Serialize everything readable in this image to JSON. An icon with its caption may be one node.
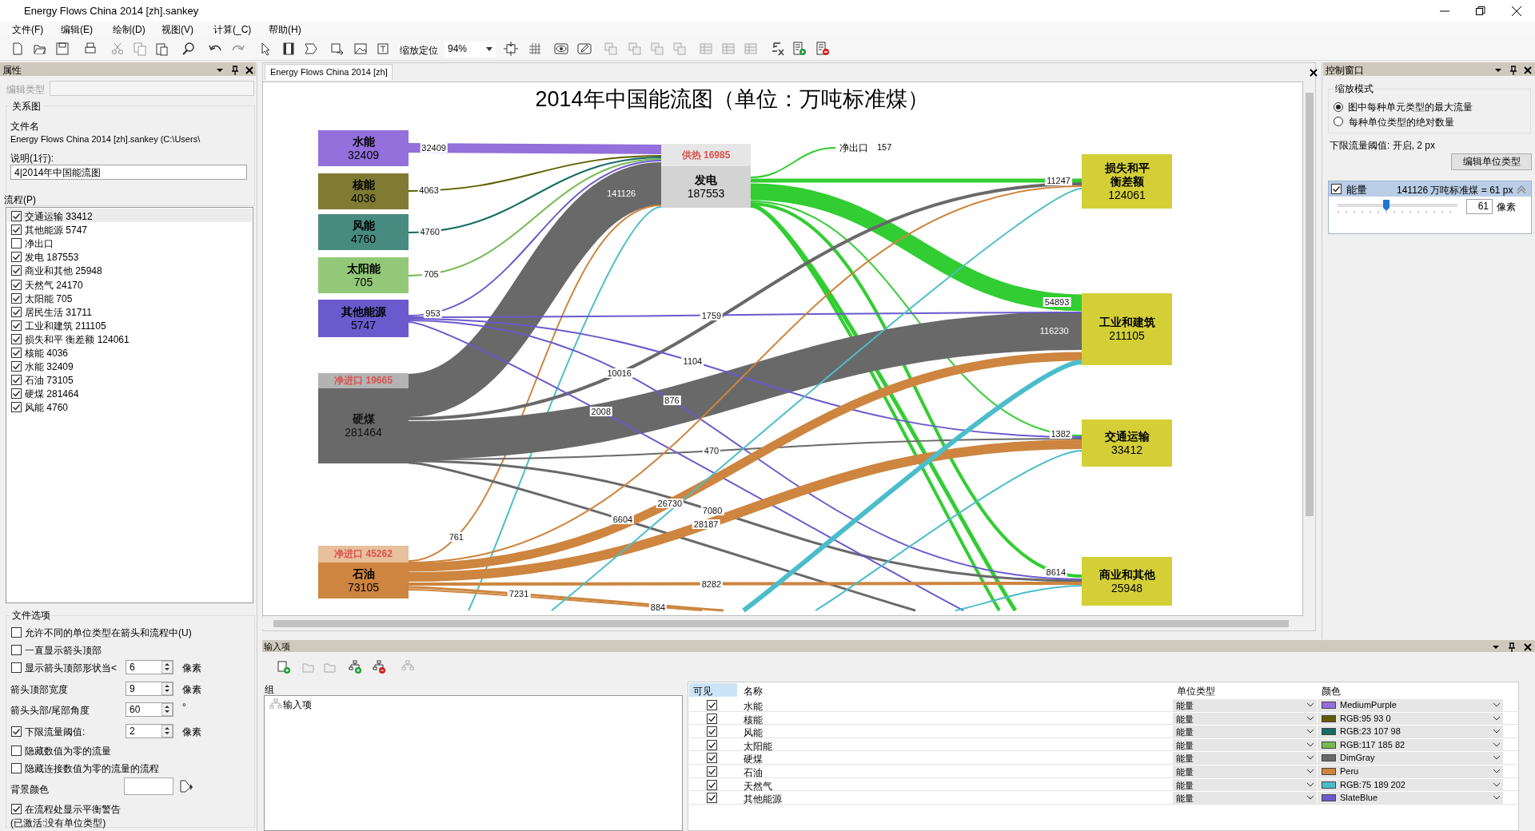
{
  "diagram": {
    "title": "2014年中国能流图（单位：万吨标准煤）",
    "nodes": [
      {
        "text": [
          "水能",
          "32409"
        ]
      },
      {
        "text": [
          "核能",
          "4036"
        ]
      },
      {
        "text": [
          "风能",
          "4760"
        ]
      },
      {
        "text": [
          "太阳能",
          "705"
        ]
      },
      {
        "text": [
          "其他能源",
          "5747"
        ]
      },
      {
        "text": [
          "净进口 19665",
          "硬煤",
          "281464"
        ]
      },
      {
        "text": [
          "净进口 45262",
          "石油",
          "73105"
        ]
      },
      {
        "text": [
          "供热 16985",
          "发电",
          "187553"
        ]
      },
      {
        "text": [
          "净出口"
        ],
        "beside": [
          "157"
        ]
      },
      {
        "text": [
          "损失和平衡差额",
          "124061"
        ]
      },
      {
        "text": [
          "工业和建筑",
          "211105"
        ]
      },
      {
        "text": [
          "交通运输",
          "33412"
        ]
      },
      {
        "text": [
          "商业和其他",
          "25948"
        ]
      }
    ],
    "edges": [
      {
        "from": 0,
        "to": 7,
        "arrow": "none",
        "label": "32409",
        "color": "#9370db",
        "style": "thick"
      },
      {
        "from": 1,
        "to": 7,
        "arrow": "none",
        "label": "4063",
        "color": "#5f5d00"
      },
      {
        "from": 2,
        "to": 7,
        "arrow": "none",
        "label": "4760",
        "color": "#176b62"
      },
      {
        "from": 3,
        "to": 7,
        "arrow": "none",
        "label": "705",
        "color": "#75b952"
      },
      {
        "from": 4,
        "to": 7,
        "arrow": "none",
        "label": "953",
        "color": "#6a5acd"
      },
      {
        "from": 5,
        "to": 7,
        "arrow": "none",
        "label": "141126",
        "color": "#696969",
        "style": "thick"
      },
      {
        "from": 6,
        "to": 7,
        "arrow": "none",
        "label": "761",
        "color": "#cd853f"
      },
      {
        "from": null,
        "to": 7,
        "arrow": "none",
        "color": "#4bbdca"
      },
      {
        "from": 7,
        "to": 8,
        "arrow": "none",
        "color": "#32cd32"
      },
      {
        "from": 7,
        "to": 9,
        "arrow": "none",
        "label": "11247",
        "color": "#32cd32",
        "style": "thick"
      },
      {
        "from": 7,
        "to": 10,
        "arrow": "none",
        "label": "54893",
        "color": "#32cd32",
        "style": "thick"
      },
      {
        "from": 7,
        "to": 11,
        "arrow": "none",
        "label": "1382",
        "color": "#32cd32"
      },
      {
        "from": 7,
        "to": 12,
        "arrow": "none",
        "label": "8614",
        "color": "#32cd32"
      },
      {
        "from": 7,
        "to": null,
        "arrow": "none",
        "color": "#32cd32",
        "style": "thick"
      },
      {
        "from": 7,
        "to": null,
        "arrow": "none",
        "color": "#32cd32"
      },
      {
        "from": 5,
        "to": 9,
        "arrow": "none",
        "label": "10016",
        "color": "#696969"
      },
      {
        "from": 5,
        "to": 10,
        "arrow": "none",
        "label": "116230",
        "color": "#696969",
        "style": "thick"
      },
      {
        "from": 5,
        "to": 11,
        "arrow": "none",
        "label": "470",
        "color": "#696969"
      },
      {
        "from": 5,
        "to": 12,
        "arrow": "none",
        "label": "7080",
        "color": "#696969"
      },
      {
        "from": 5,
        "to": null,
        "arrow": "none",
        "label": "6604",
        "color": "#696969"
      },
      {
        "from": 4,
        "to": 10,
        "arrow": "none",
        "label": "1759",
        "color": "#6a5acd"
      },
      {
        "from": 4,
        "to": 11,
        "arrow": "none",
        "label": "1104",
        "color": "#6a5acd"
      },
      {
        "from": 4,
        "to": 12,
        "arrow": "none",
        "label": "876",
        "color": "#6a5acd"
      },
      {
        "from": 4,
        "to": null,
        "arrow": "none",
        "label": "2008",
        "color": "#6a5acd"
      },
      {
        "from": 6,
        "to": 9,
        "arrow": "none",
        "color": "#cd853f"
      },
      {
        "from": 6,
        "to": 10,
        "arrow": "none",
        "label": "26730",
        "color": "#cd853f",
        "style": "thick"
      },
      {
        "from": 6,
        "to": 11,
        "arrow": "none",
        "label": "28187",
        "color": "#cd853f",
        "style": "thick"
      },
      {
        "from": 6,
        "to": 12,
        "arrow": "none",
        "label": "8282",
        "color": "#cd853f"
      },
      {
        "from": 6,
        "to": null,
        "arrow": "none",
        "label": "7231",
        "color": "#cd853f"
      },
      {
        "from": 6,
        "to": null,
        "arrow": "none",
        "label": "884",
        "color": "#cd853f"
      },
      {
        "from": null,
        "to": 9,
        "arrow": "none",
        "color": "#4bbdca"
      },
      {
        "from": null,
        "to": 10,
        "arrow": "none",
        "color": "#4bbdca",
        "style": "thick"
      },
      {
        "from": null,
        "to": 11,
        "arrow": "none",
        "color": "#4bbdca"
      },
      {
        "from": null,
        "to": 12,
        "arrow": "none",
        "color": "#4bbdca"
      }
    ],
    "labels": [
      "Energy Flows China 2014 [zh].sankey",
      "文件(F)",
      "编辑(E)",
      "绘制(D)",
      "视图(V)",
      "计算(_C)",
      "帮助(H)",
      "缩放定位",
      "94%",
      "属性",
      "Energy Flows China 2014 [zh]",
      "控制窗口",
      "编辑类型",
      "关系图",
      "文件名",
      "Energy Flows China 2014 [zh].sankey (C:\\Users\\",
      "说明(1行):",
      "4|2014年中国能流图",
      "流程(P)",
      "交通运输 33412",
      "其他能源 5747",
      "净出口",
      "发电 187553",
      "商业和其他 25948",
      "天然气 24170",
      "太阳能 705",
      "居民生活 31711",
      "工业和建筑 211105",
      "损失和平 衡差额 124061",
      "核能 4036",
      "水能 32409",
      "石油 73105",
      "硬煤 281464",
      "风能 4760",
      "文件选项",
      "允许不同的单位类型在箭头和流程中(U)",
      "一直显示箭头顶部",
      "显示箭头顶部形状当<",
      "6",
      "像素",
      "箭头顶部宽度",
      "9",
      "像素",
      "箭头头部/尾部角度",
      "60",
      "°",
      "下限流量阈值:",
      "2",
      "像素",
      "隐藏数值为零的流量",
      "隐藏连接数值为零的流量的流程",
      "背景颜色",
      "在流程处显示平衡警告",
      "(已激活:没有单位类型)",
      "缩放模式",
      "图中每种单元类型的最大流量",
      "每种单位类型的绝对数量",
      "下限流量阈值: 开启, 2 px",
      "编辑单位类型",
      "能量",
      "141126 万吨标准煤 = 61 px",
      "61",
      "像素",
      "输入项",
      "组",
      "输入项",
      "可见",
      "名称",
      "单位类型",
      "颜色",
      "水能",
      "能量",
      "MediumPurple",
      "核能",
      "能量",
      "RGB:95 93 0",
      "风能",
      "能量",
      "RGB:23 107 98",
      "太阳能",
      "能量",
      "RGB:117 185 82",
      "硬煤",
      "能量",
      "DimGray",
      "石油",
      "能量",
      "Peru",
      "天然气",
      "能量",
      "RGB:75 189 202",
      "其他能源",
      "能量",
      "SlateBlue"
    ]
  }
}
